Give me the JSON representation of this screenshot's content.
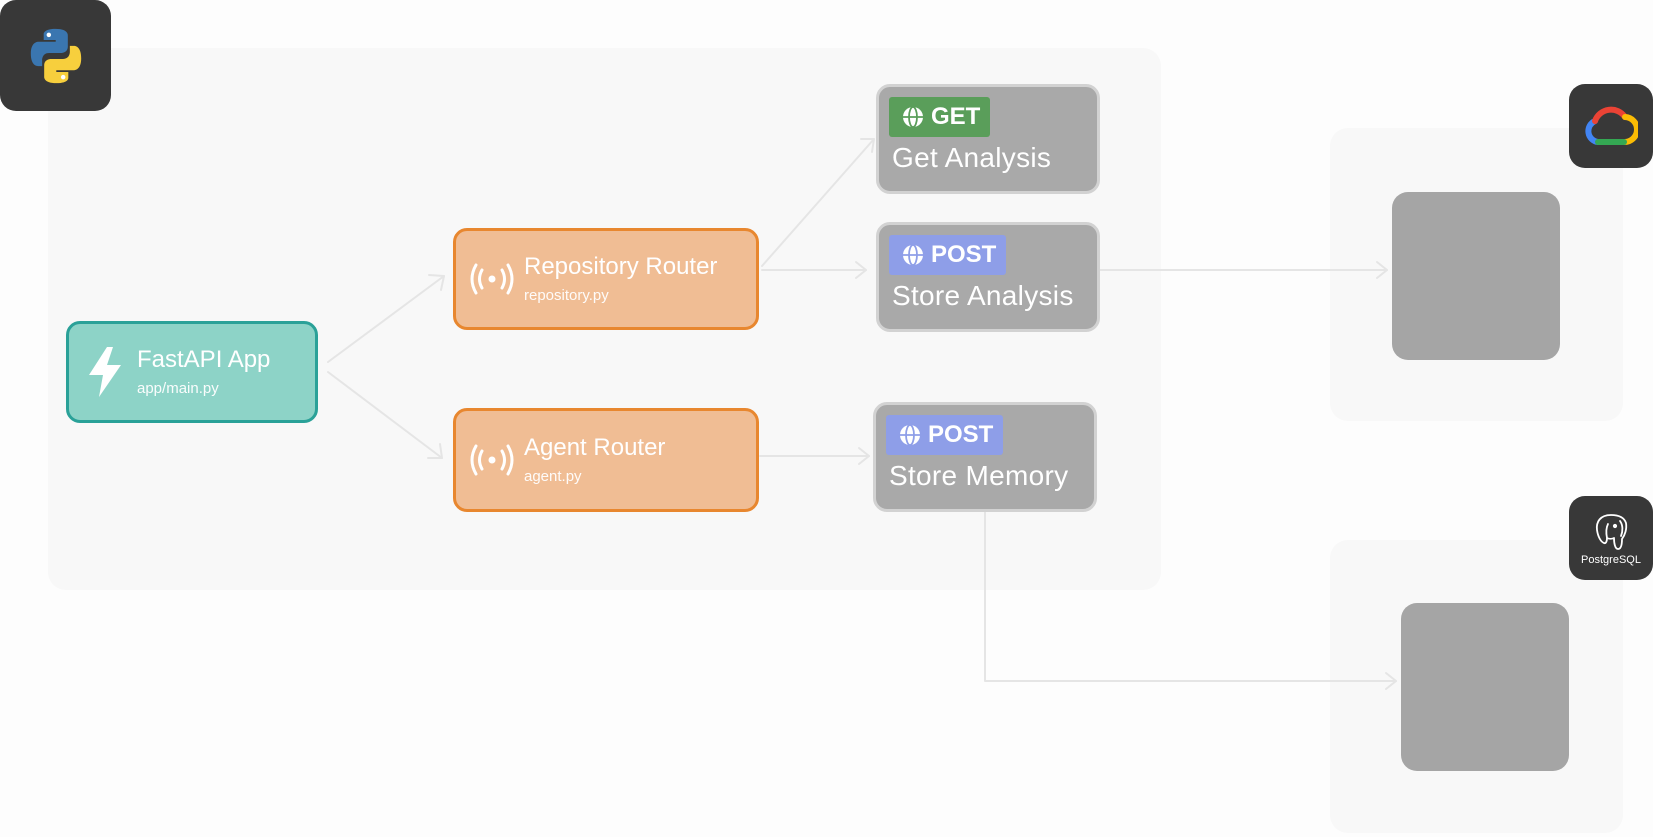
{
  "fastapi": {
    "title": "FastAPI App",
    "file": "app/main.py"
  },
  "routers": [
    {
      "title": "Repository Router",
      "file": "repository.py"
    },
    {
      "title": "Agent Router",
      "file": "agent.py"
    }
  ],
  "endpoints": [
    {
      "method": "GET",
      "title": "Get Analysis"
    },
    {
      "method": "POST",
      "title": "Store Analysis"
    },
    {
      "method": "POST",
      "title": "Store Memory"
    }
  ],
  "badges": {
    "postgres_label": "PostgreSQL"
  },
  "colors": {
    "fastapi_fill": "#8dd3c7",
    "fastapi_border": "#2aa198",
    "router_fill": "#f0bd94",
    "router_border": "#e8872f",
    "endpoint_fill": "#a9a9a9",
    "get_badge": "#5a9e5a",
    "post_badge": "#8e9ee8",
    "edge": "#e5e5e5"
  },
  "icons": {
    "fastapi": "lightning-bolt-icon",
    "router": "broadcast-icon",
    "endpoint": "globe-icon",
    "python": "python-logo-icon",
    "gcp": "google-cloud-logo-icon",
    "postgres": "postgresql-elephant-icon"
  }
}
